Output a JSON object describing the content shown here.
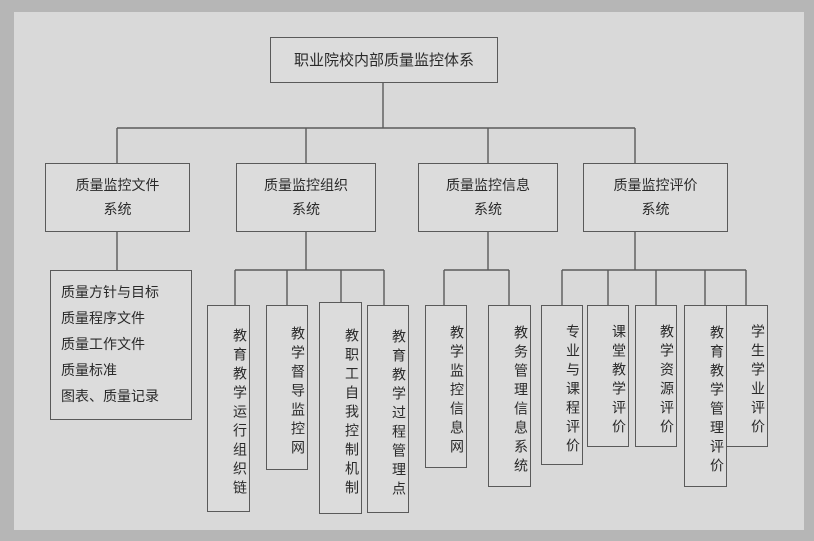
{
  "root": "职业院校内部质量监控体系",
  "systems": [
    {
      "label": "质量监控文件\n系统",
      "items": [
        "质量方针与目标",
        "质量程序文件",
        "质量工作文件",
        "质量标准",
        "图表、质量记录"
      ]
    },
    {
      "label": "质量监控组织\n系统",
      "items": [
        "教育教学运行组织链",
        "教学督导监控网",
        "教职工自我控制机制",
        "教育教学过程管理点"
      ]
    },
    {
      "label": "质量监控信息\n系统",
      "items": [
        "教学监控信息网",
        "教务管理信息系统"
      ]
    },
    {
      "label": "质量监控评价\n系统",
      "items": [
        "专业与课程评价",
        "课堂教学评价",
        "教学资源评价",
        "教育教学管理评价",
        "学生学业评价"
      ]
    }
  ]
}
